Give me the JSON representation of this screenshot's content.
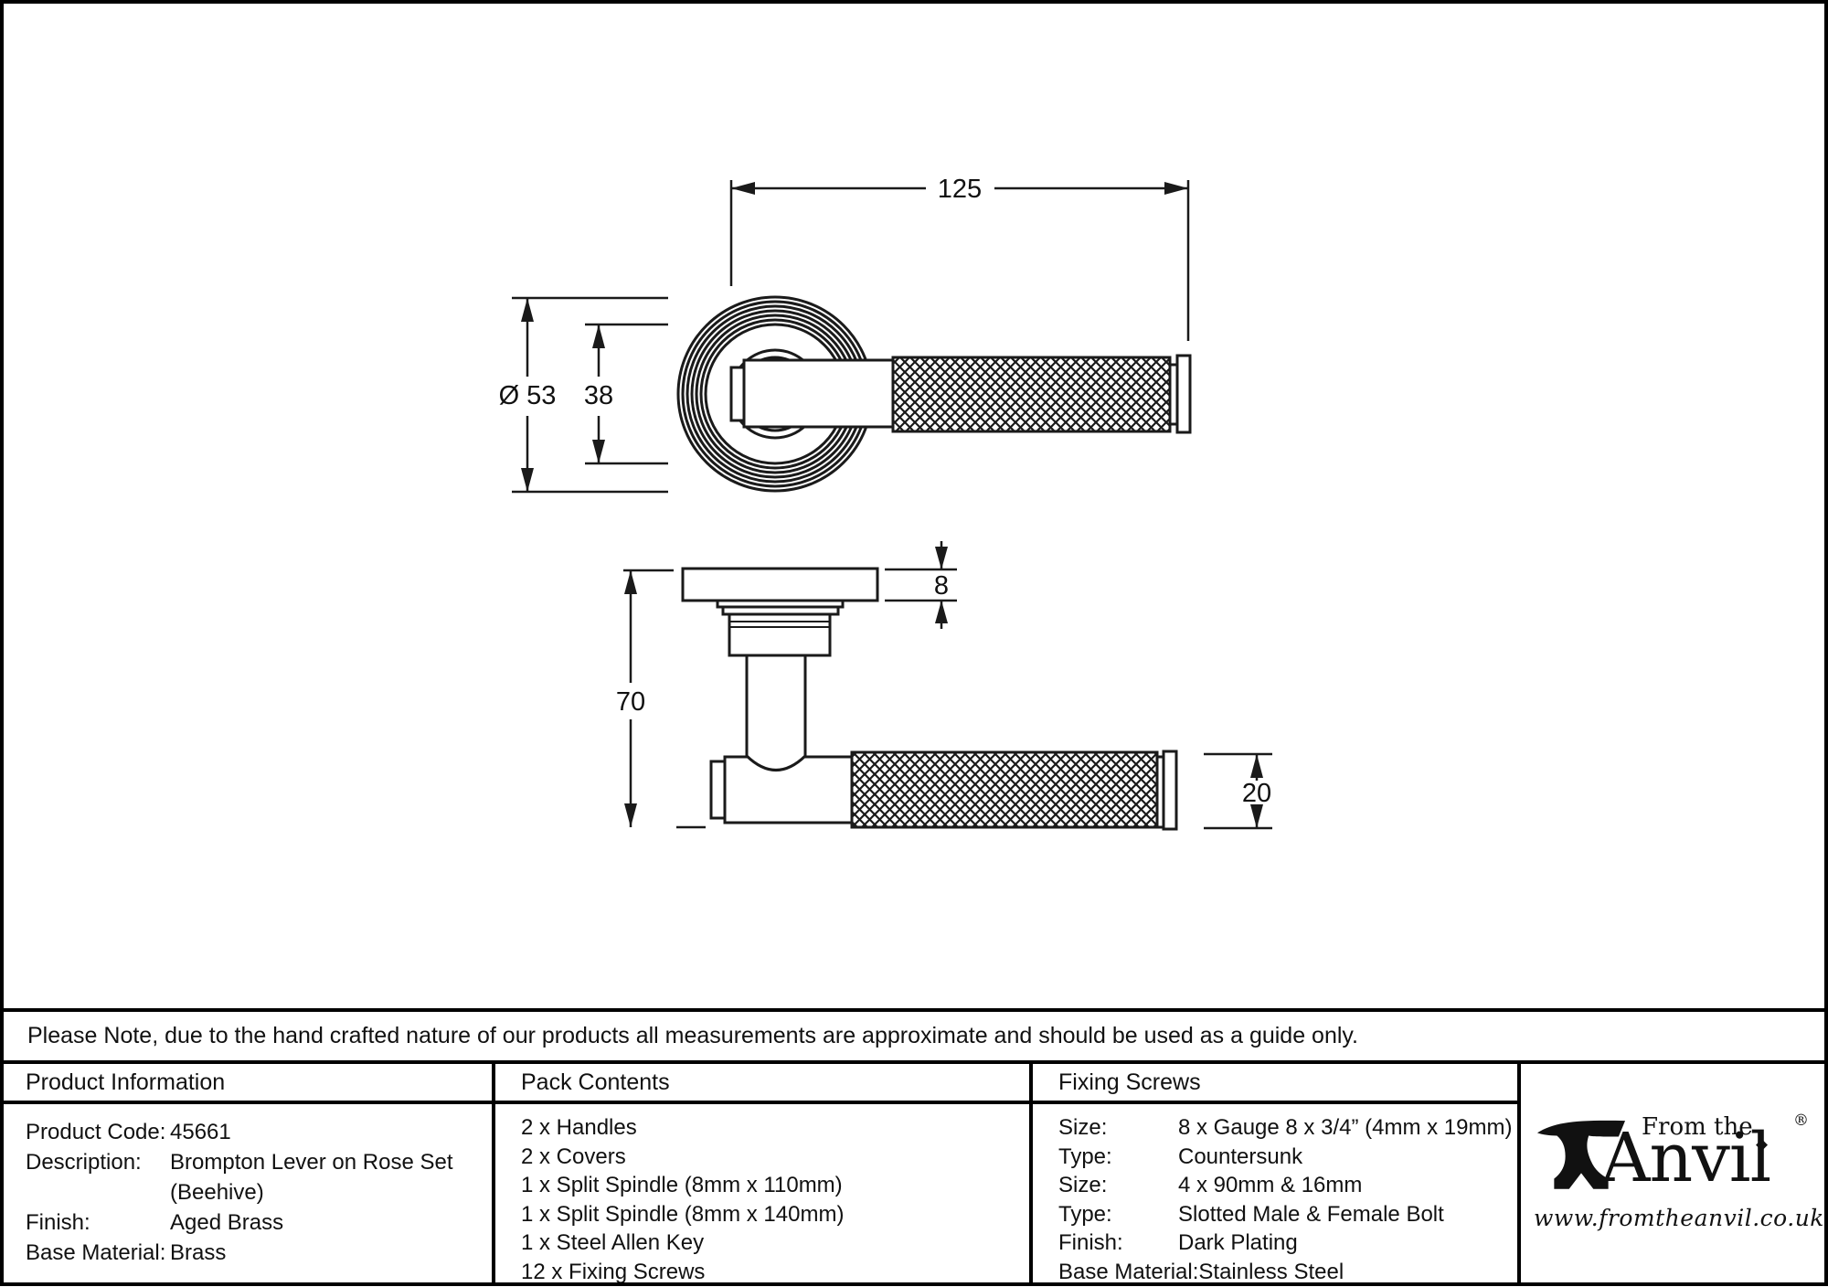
{
  "colors": {
    "ink": "#1a1a1a",
    "background": "#ffffff"
  },
  "drawing": {
    "dims": {
      "length": "125",
      "rose_diameter": "Ø 53",
      "inner_circle": "38",
      "plate_thickness": "8",
      "projection": "70",
      "lever_height": "20"
    }
  },
  "note": {
    "text": "Please Note, due to the hand crafted nature of our products all measurements are approximate and should be used as a guide only."
  },
  "table": {
    "product_information": {
      "header": "Product Information",
      "rows": [
        {
          "label": "Product Code:",
          "value": "45661"
        },
        {
          "label": "Description:",
          "value": "Brompton Lever on Rose Set"
        },
        {
          "label": "",
          "value": "(Beehive)"
        },
        {
          "label": "Finish:",
          "value": "Aged Brass"
        },
        {
          "label": "Base Material:",
          "value": "Brass"
        }
      ]
    },
    "pack_contents": {
      "header": "Pack Contents",
      "items": [
        "2 x Handles",
        "2 x Covers",
        "1 x Split Spindle (8mm x 110mm)",
        "1 x Split Spindle (8mm x 140mm)",
        "1 x Steel Allen Key",
        "12 x Fixing Screws"
      ]
    },
    "fixing_screws": {
      "header": "Fixing Screws",
      "rows": [
        {
          "label": "Size:",
          "value": "8 x Gauge 8 x 3/4” (4mm x 19mm)"
        },
        {
          "label": "Type:",
          "value": "Countersunk"
        },
        {
          "label": "Size:",
          "value": "4 x 90mm & 16mm"
        },
        {
          "label": "Type:",
          "value": "Slotted Male & Female Bolt"
        },
        {
          "label": "Finish:",
          "value": "Dark Plating"
        },
        {
          "label": "Base Material:",
          "value": "Stainless Steel"
        }
      ]
    }
  },
  "brand": {
    "tagline": "From the",
    "name": "Anvil",
    "registered": "®",
    "diamond": "◆",
    "website": "www.fromtheanvil.co.uk"
  }
}
